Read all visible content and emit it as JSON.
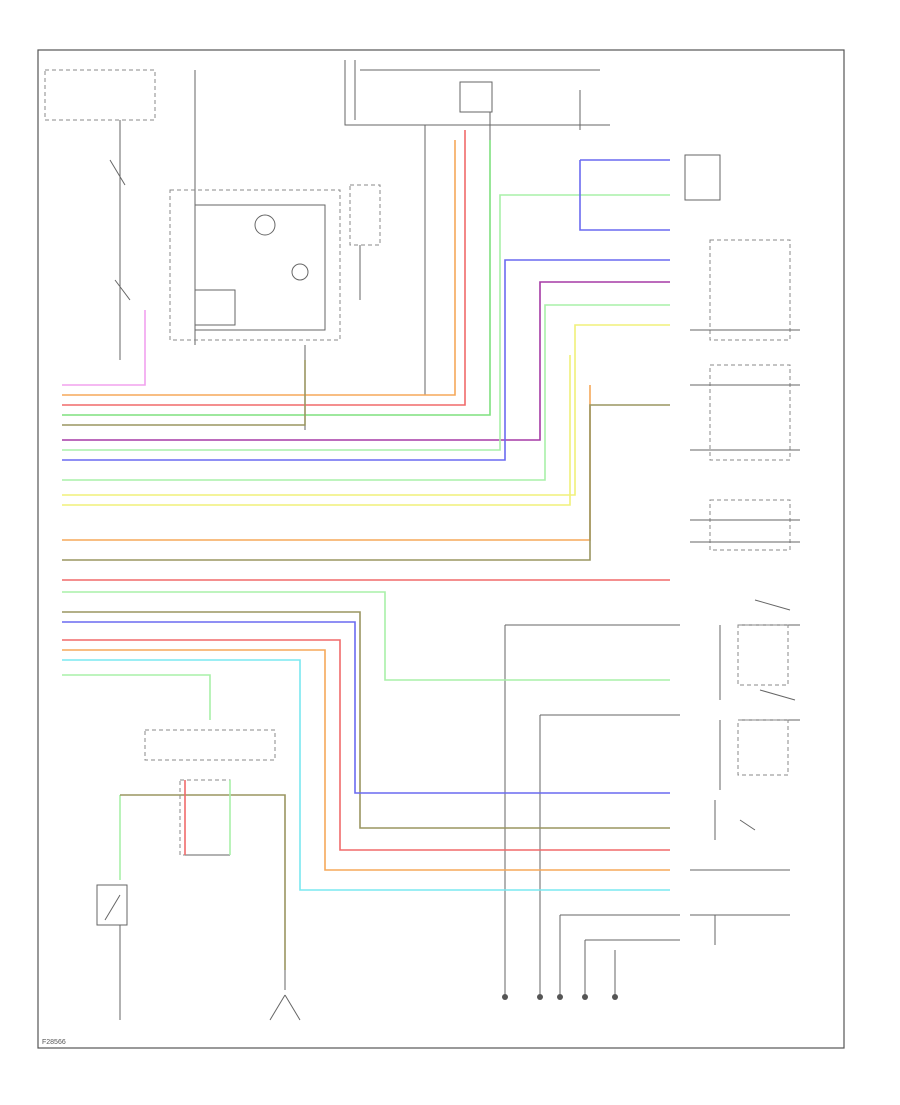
{
  "diagram": {
    "code": "F28566",
    "colors": {
      "pink": "#f2a2ee",
      "orange": "#f5a85a",
      "red": "#f06a6a",
      "green": "#7fe07f",
      "brown": "#9a9560",
      "purple": "#a53aa5",
      "lightgreen": "#a8f0a8",
      "blue": "#6a6af0",
      "yellow": "#f0f07a",
      "cyan": "#7ae8f0",
      "black": "#555555"
    },
    "wires": [
      {
        "name": "wire-pink-1",
        "color": "pink"
      },
      {
        "name": "wire-orange-1",
        "color": "orange"
      },
      {
        "name": "wire-red-1",
        "color": "red"
      },
      {
        "name": "wire-green-1",
        "color": "green"
      },
      {
        "name": "wire-brown-1",
        "color": "brown"
      },
      {
        "name": "wire-purple-1",
        "color": "purple"
      },
      {
        "name": "wire-lightgreen-1",
        "color": "lightgreen"
      },
      {
        "name": "wire-blue-1",
        "color": "blue"
      },
      {
        "name": "wire-lightgreen-2",
        "color": "lightgreen"
      },
      {
        "name": "wire-yellow-1",
        "color": "yellow"
      },
      {
        "name": "wire-yellow-2",
        "color": "yellow"
      },
      {
        "name": "wire-orange-2",
        "color": "orange"
      },
      {
        "name": "wire-brown-2",
        "color": "brown"
      },
      {
        "name": "wire-red-2",
        "color": "red"
      },
      {
        "name": "wire-lightgreen-3",
        "color": "lightgreen"
      },
      {
        "name": "wire-brown-3",
        "color": "brown"
      },
      {
        "name": "wire-blue-2",
        "color": "blue"
      },
      {
        "name": "wire-red-3",
        "color": "red"
      },
      {
        "name": "wire-orange-3",
        "color": "orange"
      },
      {
        "name": "wire-cyan-1",
        "color": "cyan"
      },
      {
        "name": "wire-lightgreen-4",
        "color": "lightgreen"
      }
    ]
  }
}
